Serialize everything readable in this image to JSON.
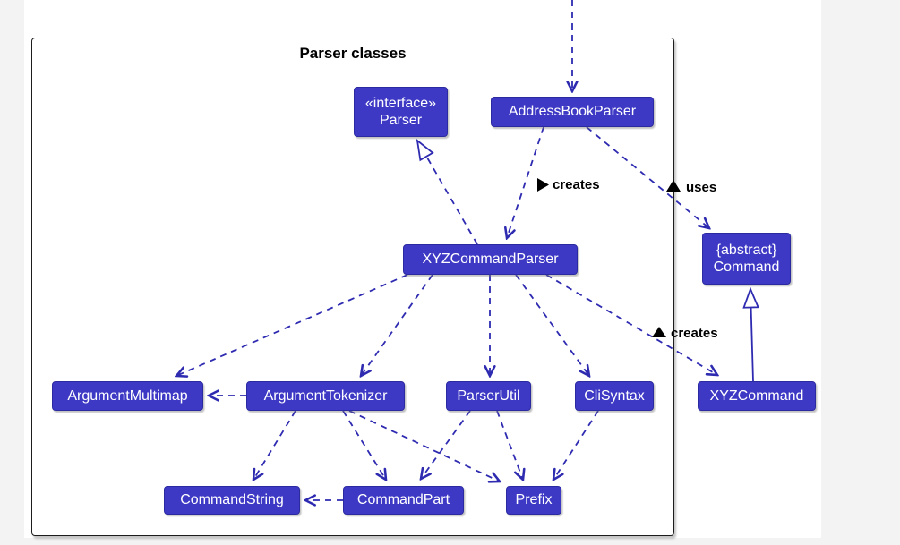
{
  "window": {
    "page_background": "#f3f3f4",
    "canvas_background": "#ffffff"
  },
  "frame": {
    "title": "Parser classes"
  },
  "nodes": {
    "parser": {
      "stereotype": "«interface»",
      "name": "Parser"
    },
    "addressBookParser": {
      "name": "AddressBookParser"
    },
    "xyzCommandParser": {
      "name": "XYZCommandParser"
    },
    "command": {
      "stereotype": "{abstract}",
      "name": "Command"
    },
    "argumentMultimap": {
      "name": "ArgumentMultimap"
    },
    "argumentTokenizer": {
      "name": "ArgumentTokenizer"
    },
    "parserUtil": {
      "name": "ParserUtil"
    },
    "cliSyntax": {
      "name": "CliSyntax"
    },
    "xyzCommand": {
      "name": "XYZCommand"
    },
    "commandString": {
      "name": "CommandString"
    },
    "commandPart": {
      "name": "CommandPart"
    },
    "prefix": {
      "name": "Prefix"
    }
  },
  "edge_labels": {
    "creates_parser": "creates",
    "uses_command": "uses",
    "creates_command": "creates"
  },
  "relationships": [
    {
      "from": "external-top",
      "to": "AddressBookParser",
      "type": "dashed-dependency"
    },
    {
      "from": "XYZCommandParser",
      "to": "Parser",
      "type": "dashed-realization"
    },
    {
      "from": "AddressBookParser",
      "to": "XYZCommandParser",
      "type": "dashed-dependency",
      "label": "creates"
    },
    {
      "from": "AddressBookParser",
      "to": "Command",
      "type": "dashed-dependency",
      "label": "uses"
    },
    {
      "from": "XYZCommandParser",
      "to": "XYZCommand",
      "type": "dashed-dependency",
      "label": "creates"
    },
    {
      "from": "XYZCommandParser",
      "to": "ArgumentMultimap",
      "type": "dashed-dependency"
    },
    {
      "from": "XYZCommandParser",
      "to": "ArgumentTokenizer",
      "type": "dashed-dependency"
    },
    {
      "from": "XYZCommandParser",
      "to": "ParserUtil",
      "type": "dashed-dependency"
    },
    {
      "from": "XYZCommandParser",
      "to": "CliSyntax",
      "type": "dashed-dependency"
    },
    {
      "from": "ArgumentTokenizer",
      "to": "ArgumentMultimap",
      "type": "dashed-dependency"
    },
    {
      "from": "ArgumentTokenizer",
      "to": "CommandString",
      "type": "dashed-dependency"
    },
    {
      "from": "ArgumentTokenizer",
      "to": "CommandPart",
      "type": "dashed-dependency"
    },
    {
      "from": "ArgumentTokenizer",
      "to": "Prefix",
      "type": "dashed-dependency"
    },
    {
      "from": "ParserUtil",
      "to": "CommandPart",
      "type": "dashed-dependency"
    },
    {
      "from": "ParserUtil",
      "to": "Prefix",
      "type": "dashed-dependency"
    },
    {
      "from": "CliSyntax",
      "to": "Prefix",
      "type": "dashed-dependency"
    },
    {
      "from": "CommandPart",
      "to": "CommandString",
      "type": "dashed-dependency"
    },
    {
      "from": "XYZCommand",
      "to": "Command",
      "type": "solid-inheritance"
    }
  ],
  "colors": {
    "node_fill": "#3e39c5",
    "node_border": "#2c2aa0",
    "node_text": "#ffffff",
    "edge": "#2e2bb1",
    "frame_border": "#1c1c1c",
    "label_text": "#000000"
  }
}
